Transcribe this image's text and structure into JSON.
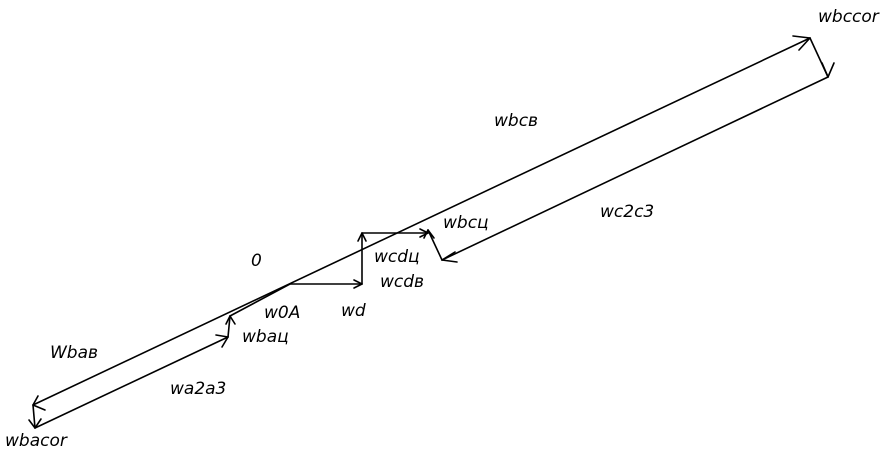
{
  "diagram": {
    "stroke_color": "#000000",
    "background": "#ffffff",
    "labels": {
      "wbccor": "wbccor",
      "wbcb": "wbcв",
      "wc2c3": "wc2c3",
      "wbcc": "wbcц",
      "wcdc": "wcdц",
      "wcdb": "wcdв",
      "origin": "0",
      "w0A": "w0A",
      "wd": "wd",
      "wbac": "wbaц",
      "wbab": "Wbaв",
      "wa2a3": "wa2a3",
      "wbacor": "wbacor"
    }
  }
}
